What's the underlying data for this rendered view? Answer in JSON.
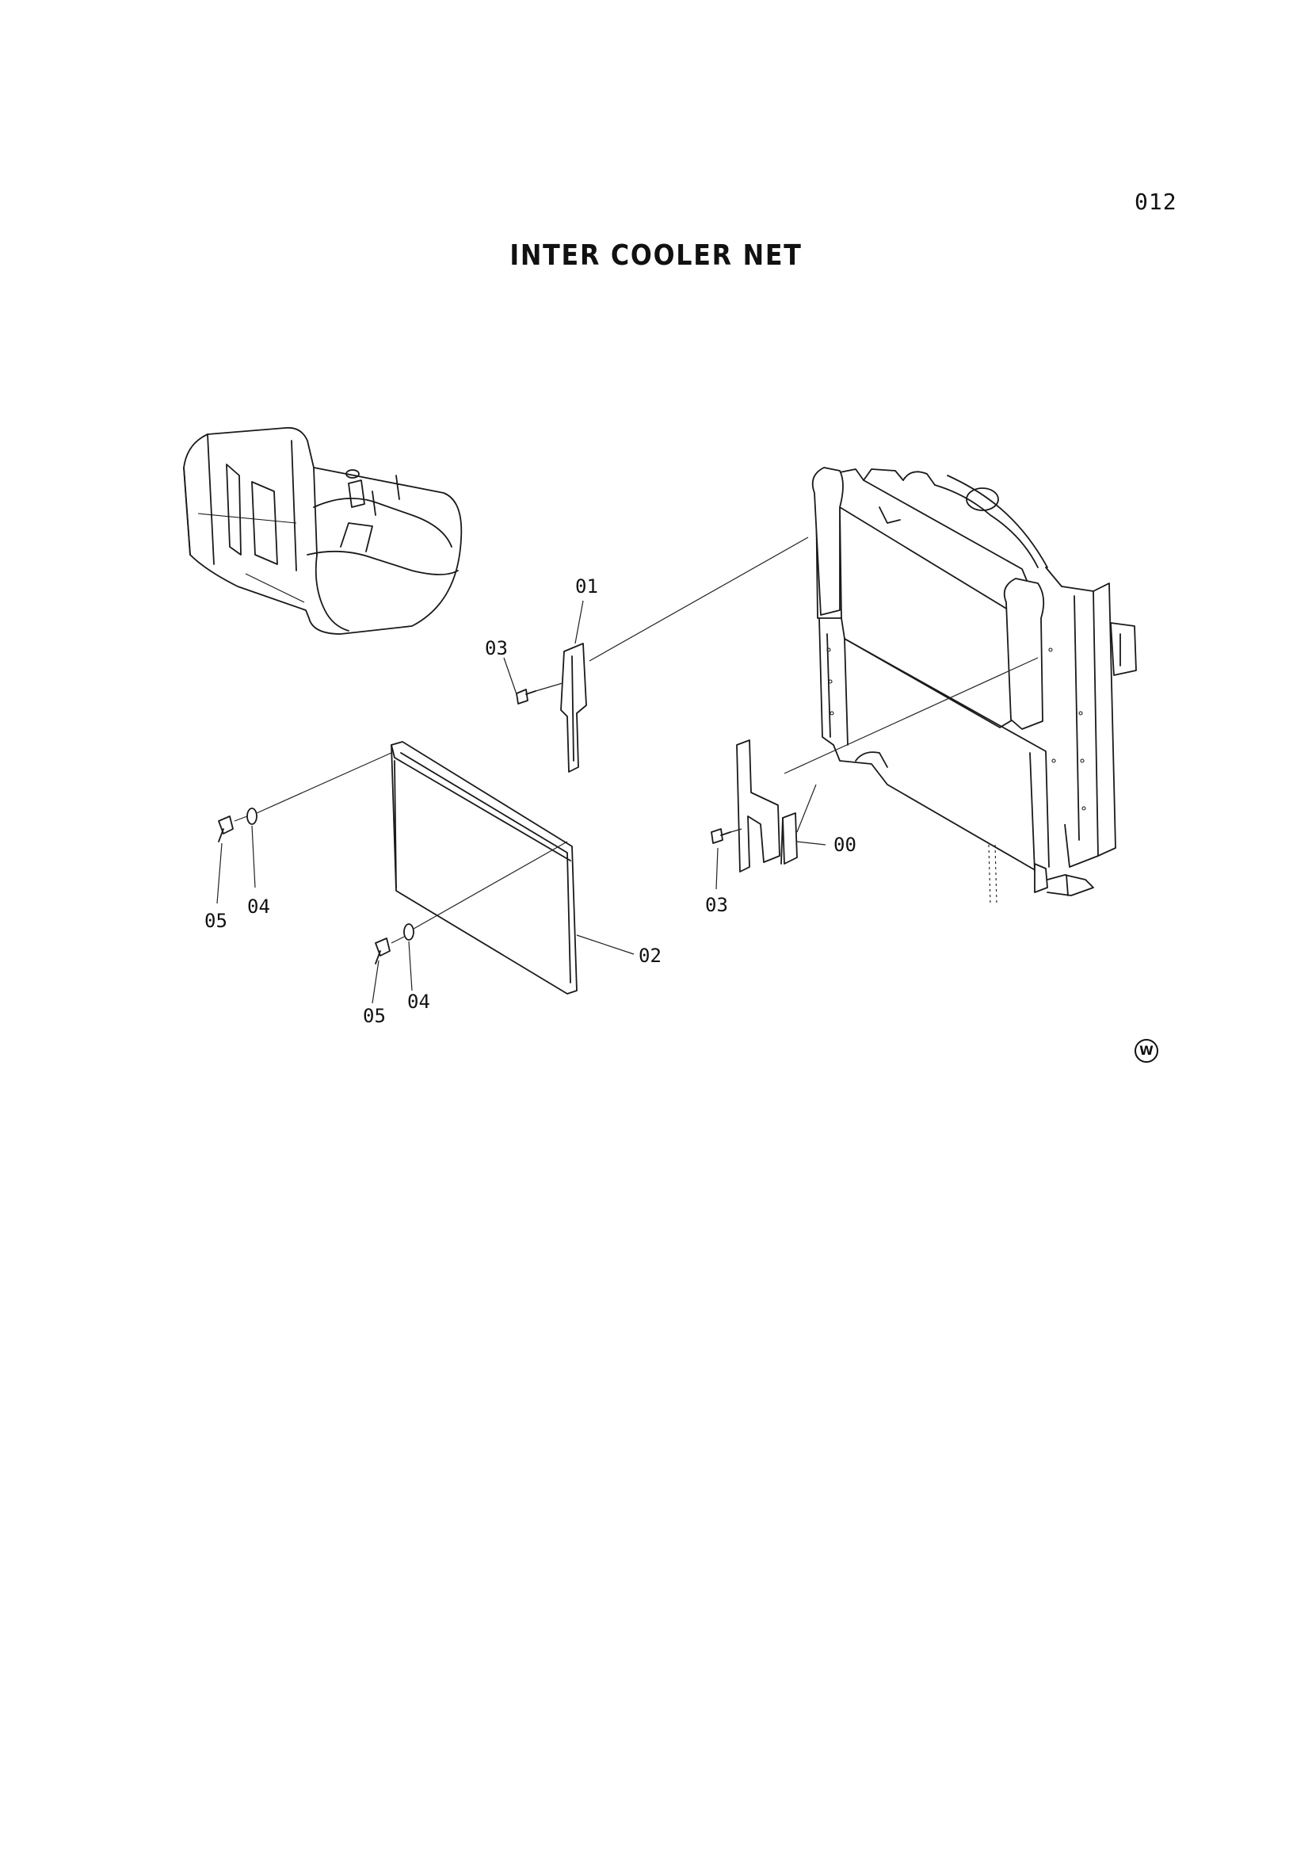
{
  "header": {
    "page_number": "012",
    "title": "INTER COOLER NET"
  },
  "callouts": {
    "c00": "00",
    "c01": "01",
    "c02": "02",
    "c03_upper": "03",
    "c03_lower": "03",
    "c04_left": "04",
    "c04_center": "04",
    "c05_left": "05",
    "c05_center": "05"
  },
  "footer": {
    "maker_mark": "W"
  }
}
